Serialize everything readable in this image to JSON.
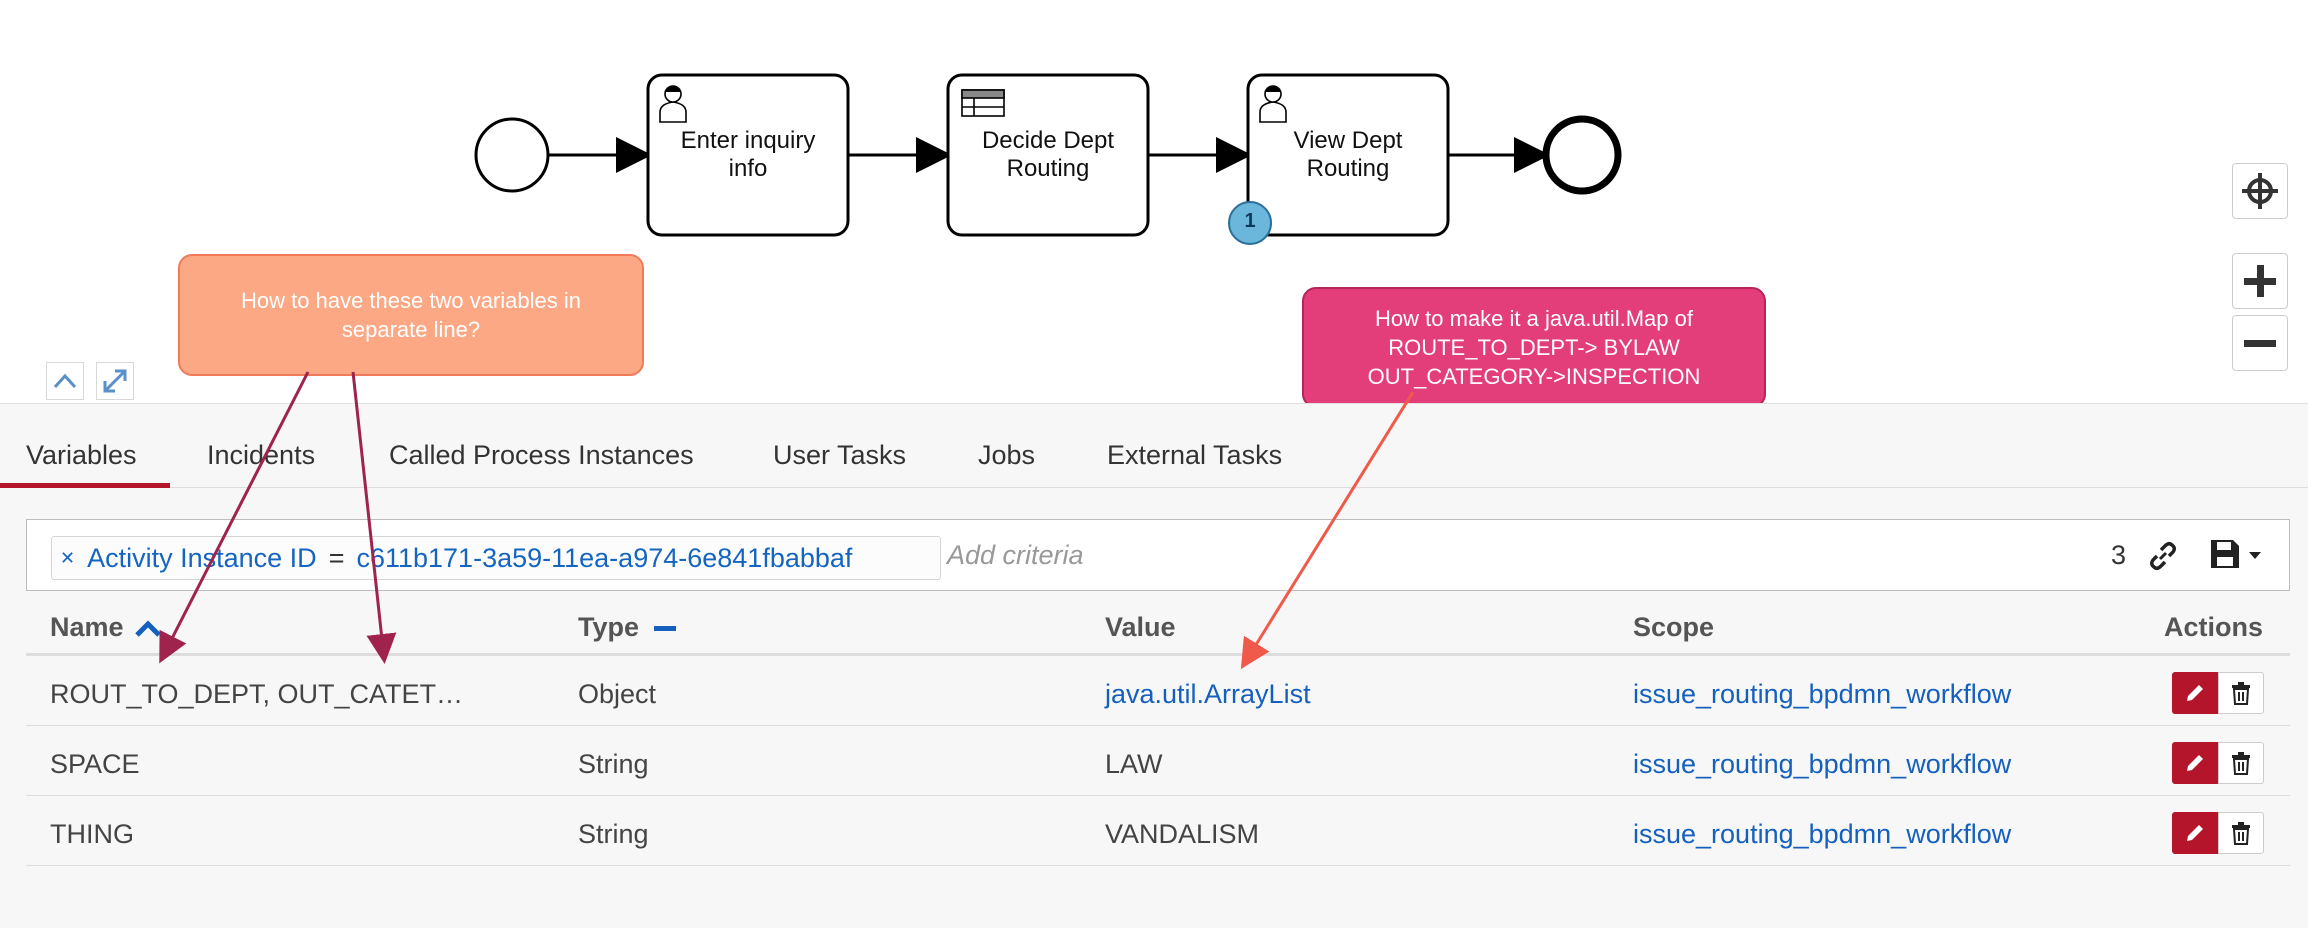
{
  "diagram": {
    "tasks": [
      {
        "label": "Enter inquiry info",
        "icon": "user-task-icon"
      },
      {
        "label": "Decide Dept Routing",
        "icon": "business-rule-icon"
      },
      {
        "label": "View Dept Routing",
        "icon": "user-task-icon",
        "badge": "1"
      }
    ]
  },
  "zoom": {
    "reset_icon": "crosshair-icon",
    "in_icon": "plus-icon",
    "out_icon": "minus-icon"
  },
  "annotations": {
    "orange": "How to have these two variables in separate line?",
    "pink_line1": "How to make it a java.util.Map of",
    "pink_line2": "ROUTE_TO_DEPT-> BYLAW",
    "pink_line3": "OUT_CATEGORY->INSPECTION"
  },
  "tabs": [
    "Variables",
    "Incidents",
    "Called Process Instances",
    "User Tasks",
    "Jobs",
    "External Tasks"
  ],
  "search": {
    "chip_key": "Activity Instance ID",
    "chip_op": "=",
    "chip_value": "c611b171-3a59-11ea-a974-6e841fbabbaf",
    "placeholder": "Add criteria",
    "count": "3"
  },
  "table": {
    "headers": {
      "name": "Name",
      "type": "Type",
      "value": "Value",
      "scope": "Scope",
      "actions": "Actions"
    },
    "rows": [
      {
        "name": "ROUT_TO_DEPT, OUT_CATET…",
        "type": "Object",
        "value": "java.util.ArrayList",
        "scope": "issue_routing_bpdmn_workflow"
      },
      {
        "name": "SPACE",
        "type": "String",
        "value": "LAW",
        "scope": "issue_routing_bpdmn_workflow"
      },
      {
        "name": "THING",
        "type": "String",
        "value": "VANDALISM",
        "scope": "issue_routing_bpdmn_workflow"
      }
    ]
  },
  "colors": {
    "accent": "#b5152b",
    "link": "#1560bd",
    "orange": "#fca885",
    "pink": "#e33d7a"
  }
}
